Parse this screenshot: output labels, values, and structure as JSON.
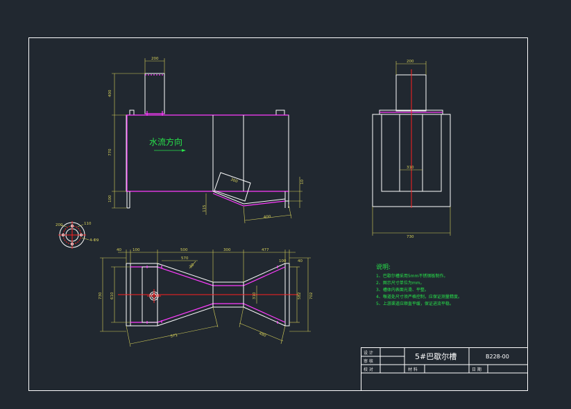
{
  "dimensions": {
    "front_top_width": "200",
    "front_top_height": "400",
    "front_body_height": "770",
    "front_leg_height": "100",
    "front_slot": "300",
    "front_right_small": "10",
    "front_bottom_small": "115",
    "front_bottom_len": "400",
    "side_top_width": "200",
    "side_inner": "310",
    "side_width": "730",
    "plan_left_a": "40",
    "plan_left_b": "100",
    "plan_seg1": "500",
    "plan_seg2": "300",
    "plan_seg3": "477",
    "plan_right_a": "100",
    "plan_right_b": "40",
    "plan_slope": "570",
    "plan_angle": "30",
    "plan_left_total": "730",
    "plan_left_inner": "610",
    "plan_throat": "310",
    "plan_right_inner": "582",
    "plan_right_total": "702",
    "plan_bottom_left": "571",
    "plan_bottom_right": "480",
    "flange_d1": "200",
    "flange_d2": "110",
    "flange_holes": "4-Φ9"
  },
  "flow_label": "水流方向",
  "notes": {
    "title": "说明:",
    "items": [
      "1、巴歇尔槽采用5mm不锈钢板制作。",
      "2、图示尺寸单位为mm。",
      "3、槽体内表面光滑、平整。",
      "4、喉道处尺寸须严格控制，应保证测量精度。",
      "5、上游渠道应顺直平缓，保证进流平稳。"
    ]
  },
  "title_block": {
    "row1_label": "设 计",
    "row2_label": "审 核",
    "row3_label": "校 对",
    "title": "5#巴歇尔槽",
    "code": "B228-00",
    "material_label": "材 料",
    "date_label": "日 期"
  }
}
